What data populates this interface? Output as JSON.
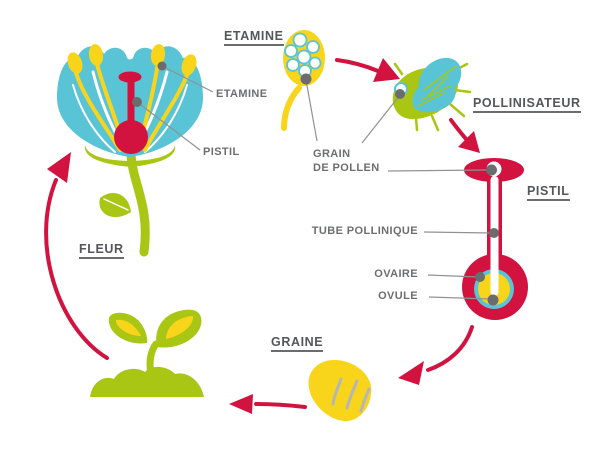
{
  "colors": {
    "red": "#d2123f",
    "blue": "#59c4d6",
    "yellow": "#f8d51b",
    "green": "#a9c614",
    "dot-gray": "#6b6c6e",
    "line-gray": "#909295",
    "label-gray": "#6d6e70",
    "heading-gray": "#55565a",
    "slash-gray": "#b4b6b9"
  },
  "headings": {
    "etamine": "ETAMINE",
    "pollinisateur": "POLLINISATEUR",
    "pistil": "PISTIL",
    "fleur": "FLEUR",
    "graine": "GRAINE"
  },
  "labels": {
    "etamine": "ETAMINE",
    "pistil": "PISTIL",
    "grain_de_pollen_line1": "GRAIN",
    "grain_de_pollen_line2": "DE POLLEN",
    "tube_pollinique": "TUBE POLLINIQUE",
    "ovaire": "OVAIRE",
    "ovule": "OVULE"
  },
  "icons": {
    "flower": "flower-icon",
    "stamen": "stamen-icon",
    "pollinator": "fly-icon",
    "pistil": "pistil-cross-section-icon",
    "seed": "seed-icon",
    "sprout": "sprout-icon",
    "cycle_arrows": "curved-arrow-icon"
  }
}
